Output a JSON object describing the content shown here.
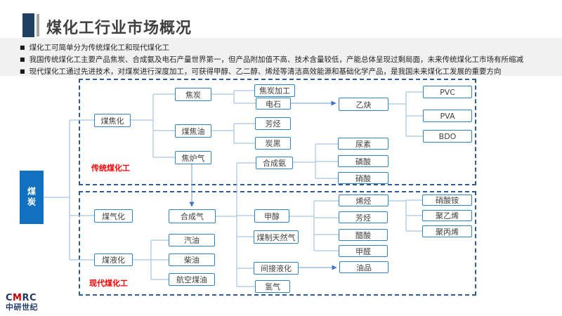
{
  "header": {
    "title": "煤化工行业市场概况"
  },
  "bullets": {
    "marker": "■",
    "items": [
      "煤化工可简单分为传统煤化工和现代煤化工",
      "我国传统煤化工主要产品焦炭、合成氨及电石产量世界第一，但产品附加值不高、技术含量较低，产能总体呈现过剩局面，未来传统煤化工市场有所缩减",
      "现代煤化工通过先进技术，对煤炭进行深度加工，可获得甲醇、乙二醇、烯烃等清洁高效能源和基础化学产品，是我国未来煤化工发展的重要方向"
    ]
  },
  "diagram": {
    "root_label": "煤炭",
    "traditional_label": "传统煤化工",
    "modern_label": "现代煤化工",
    "nodes": {
      "mei_jiao_hua": "煤焦化",
      "jiao_tan": "焦炭",
      "mei_jiao_you": "煤焦油",
      "jiao_lu_qi": "焦炉气",
      "jiao_tan_jia_gong": "焦炭加工",
      "dian_shi": "电石",
      "fang_ting_1": "芳烃",
      "tan_hei": "炭黑",
      "he_cheng_an": "合成氨",
      "yi_que": "乙炔",
      "pvc": "PVC",
      "pva": "PVA",
      "bdo": "BDO",
      "niao_su": "尿素",
      "lin_suan": "磷酸",
      "xiao_suan": "硝酸",
      "mei_qi_hua": "煤气化",
      "he_cheng_qi": "合成气",
      "jia_chun": "甲醇",
      "mei_zhi_tian_ran_qi": "煤制天然气",
      "jian_jie_ye_hua": "间接液化",
      "qing_qi": "氢气",
      "mei_ye_hua": "煤液化",
      "qi_you": "汽油",
      "chai_you": "柴油",
      "hang_kong_mei_you": "航空煤油",
      "xi_ting": "烯烃",
      "fang_ting_2": "芳烃",
      "cu_suan": "醋酸",
      "jia_quan": "甲醛",
      "you_pin": "油品",
      "xiao_suan_an": "硝酸铵",
      "ju_yi_xi": "聚乙烯",
      "ju_bing_xi": "聚丙烯"
    }
  },
  "logo": {
    "c": "C",
    "m": "M",
    "rc": "RC",
    "name": "中研世纪"
  },
  "colors": {
    "accent_navy": "#1F4064",
    "title_text": "#3F3F3F",
    "bullet_band_bg": "#F1F1F1",
    "box_border_blue": "#2E83C5",
    "coal_fill_blue": "#1270C0",
    "connector_blue": "#A9C5E5",
    "arrow_blue": "#4472C4",
    "dashed_border_navy": "#2E5B97",
    "section_label_red": "#FF0000",
    "logo_navy": "#1F3864",
    "logo_red": "#C00000"
  }
}
